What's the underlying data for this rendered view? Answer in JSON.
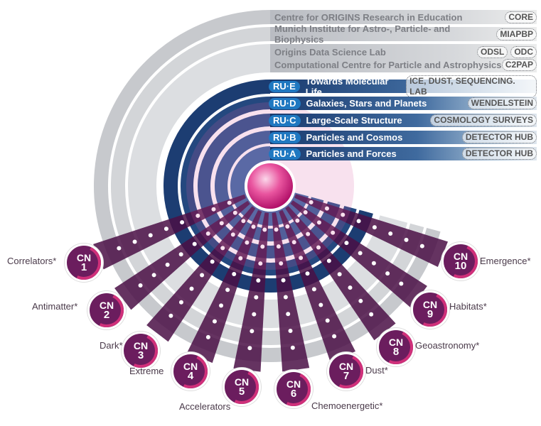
{
  "colors": {
    "gray": "#c3c5c9",
    "blue": "#1a3a6e",
    "purple": "#4a0f45",
    "pink": "#e0409a"
  },
  "gray_bars": [
    {
      "text": "Centre for ORIGINS Research in Education",
      "tags": [
        "CORE"
      ]
    },
    {
      "text": "Munich Institute for Astro-, Particle- and Biophysics",
      "tags": [
        "MIAPBP"
      ]
    },
    {
      "text": "Origins Data Science Lab",
      "tags": [
        "ODSL",
        "ODC"
      ]
    },
    {
      "text": "Computational Centre for Particle and Astrophysics",
      "tags": [
        "C2PAP"
      ]
    }
  ],
  "research_units": [
    {
      "code": "RU·E",
      "text": "Towards Molecular Life",
      "tag": "ICE, DUST, SEQUENCING. LAB"
    },
    {
      "code": "RU·D",
      "text": "Galaxies, Stars and Planets",
      "tag": "WENDELSTEIN"
    },
    {
      "code": "RU·C",
      "text": "Large-Scale Structure",
      "tag": "COSMOLOGY SURVEYS"
    },
    {
      "code": "RU·B",
      "text": "Particles and Cosmos",
      "tag": "DETECTOR HUB"
    },
    {
      "code": "RU·A",
      "text": "Particles and Forces",
      "tag": "DETECTOR HUB"
    }
  ],
  "networks": [
    {
      "cn": "CN",
      "num": "1",
      "label": "Correlators*"
    },
    {
      "cn": "CN",
      "num": "2",
      "label": "Antimatter*"
    },
    {
      "cn": "CN",
      "num": "3",
      "label": "Dark*"
    },
    {
      "cn": "CN",
      "num": "4",
      "label": "Extreme"
    },
    {
      "cn": "CN",
      "num": "5",
      "label": "Accelerators"
    },
    {
      "cn": "CN",
      "num": "6",
      "label": "Chemoenergetic*"
    },
    {
      "cn": "CN",
      "num": "7",
      "label": "Dust*"
    },
    {
      "cn": "CN",
      "num": "8",
      "label": "Geoastronomy*"
    },
    {
      "cn": "CN",
      "num": "9",
      "label": "Habitats*"
    },
    {
      "cn": "CN",
      "num": "10",
      "label": "Emergence*"
    }
  ]
}
